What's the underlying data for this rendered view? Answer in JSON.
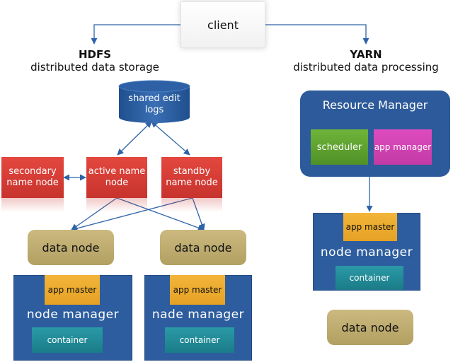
{
  "client": "client",
  "hdfs": {
    "title": "HDFS",
    "subtitle": "distributed data storage"
  },
  "yarn": {
    "title": "YARN",
    "subtitle": "distributed data processing"
  },
  "shared_edit_logs": "shared edit logs",
  "namenodes": {
    "secondary": "secondary name node",
    "active": "active name node",
    "standby": "standby name node"
  },
  "data_nodes": [
    "data node",
    "data node",
    "data node"
  ],
  "node_managers": [
    {
      "app_master": "app master",
      "label": "node manager",
      "container": "container"
    },
    {
      "app_master": "app master",
      "label": "nade manager",
      "container": "container"
    },
    {
      "app_master": "app master",
      "label": "node manager",
      "container": "container"
    }
  ],
  "resource_manager": {
    "title": "Resource Manager",
    "scheduler": "scheduler",
    "app_manager": "app manager"
  },
  "colors": {
    "arrow": "#2f63a8",
    "name_node": "#d63a34",
    "data_node": "#bfad70",
    "node_manager": "#2d5d9e",
    "app_master": "#eeae32",
    "container": "#218a96",
    "scheduler": "#5aa22e",
    "app_manager": "#d043b3"
  }
}
